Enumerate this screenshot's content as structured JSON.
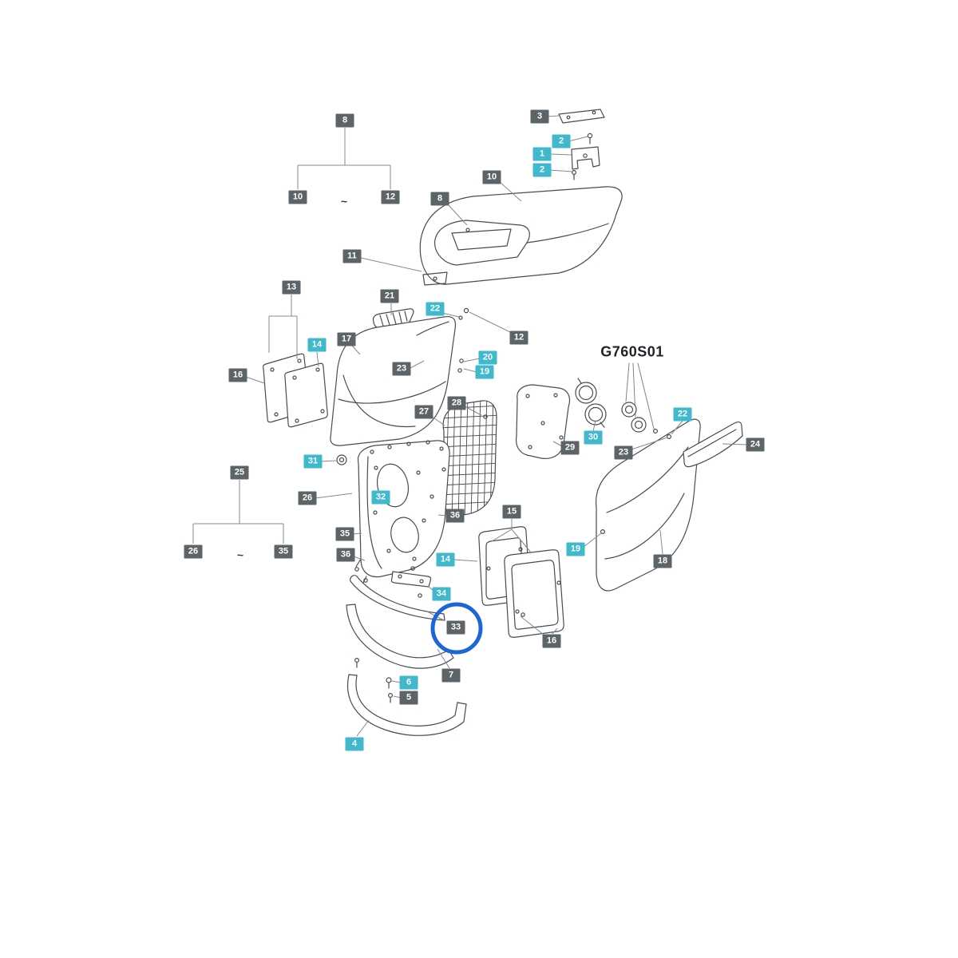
{
  "diagram": {
    "title": "G760S01",
    "highlighted_label": "33",
    "colors": {
      "badge_dark": "#5d6468",
      "badge_cyan": "#3fb9cb",
      "highlight_circle": "#1b66d9",
      "line_art": "#474c51"
    },
    "labels": [
      {
        "text": "8",
        "style": "dark"
      },
      {
        "text": "3",
        "style": "dark"
      },
      {
        "text": "2",
        "style": "cyan"
      },
      {
        "text": "1",
        "style": "cyan"
      },
      {
        "text": "2",
        "style": "cyan"
      },
      {
        "text": "10",
        "style": "dark"
      },
      {
        "text": "10",
        "style": "dark"
      },
      {
        "text": "~",
        "style": "sep"
      },
      {
        "text": "12",
        "style": "dark"
      },
      {
        "text": "8",
        "style": "dark"
      },
      {
        "text": "11",
        "style": "dark"
      },
      {
        "text": "13",
        "style": "dark"
      },
      {
        "text": "21",
        "style": "dark"
      },
      {
        "text": "22",
        "style": "cyan"
      },
      {
        "text": "14",
        "style": "cyan"
      },
      {
        "text": "17",
        "style": "dark"
      },
      {
        "text": "12",
        "style": "dark"
      },
      {
        "text": "20",
        "style": "cyan"
      },
      {
        "text": "19",
        "style": "cyan"
      },
      {
        "text": "16",
        "style": "dark"
      },
      {
        "text": "23",
        "style": "dark"
      },
      {
        "text": "28",
        "style": "dark"
      },
      {
        "text": "27",
        "style": "dark"
      },
      {
        "text": "22",
        "style": "cyan"
      },
      {
        "text": "30",
        "style": "cyan"
      },
      {
        "text": "29",
        "style": "dark"
      },
      {
        "text": "23",
        "style": "dark"
      },
      {
        "text": "24",
        "style": "dark"
      },
      {
        "text": "31",
        "style": "cyan"
      },
      {
        "text": "25",
        "style": "dark"
      },
      {
        "text": "26",
        "style": "dark"
      },
      {
        "text": "32",
        "style": "cyan"
      },
      {
        "text": "36",
        "style": "dark"
      },
      {
        "text": "15",
        "style": "dark"
      },
      {
        "text": "35",
        "style": "dark"
      },
      {
        "text": "19",
        "style": "cyan"
      },
      {
        "text": "36",
        "style": "dark"
      },
      {
        "text": "26",
        "style": "dark"
      },
      {
        "text": "~",
        "style": "sep"
      },
      {
        "text": "35",
        "style": "dark"
      },
      {
        "text": "14",
        "style": "cyan"
      },
      {
        "text": "18",
        "style": "dark"
      },
      {
        "text": "34",
        "style": "cyan"
      },
      {
        "text": "33",
        "style": "dark",
        "highlighted": true
      },
      {
        "text": "16",
        "style": "dark"
      },
      {
        "text": "7",
        "style": "dark"
      },
      {
        "text": "6",
        "style": "cyan"
      },
      {
        "text": "5",
        "style": "dark"
      },
      {
        "text": "4",
        "style": "cyan"
      }
    ]
  }
}
